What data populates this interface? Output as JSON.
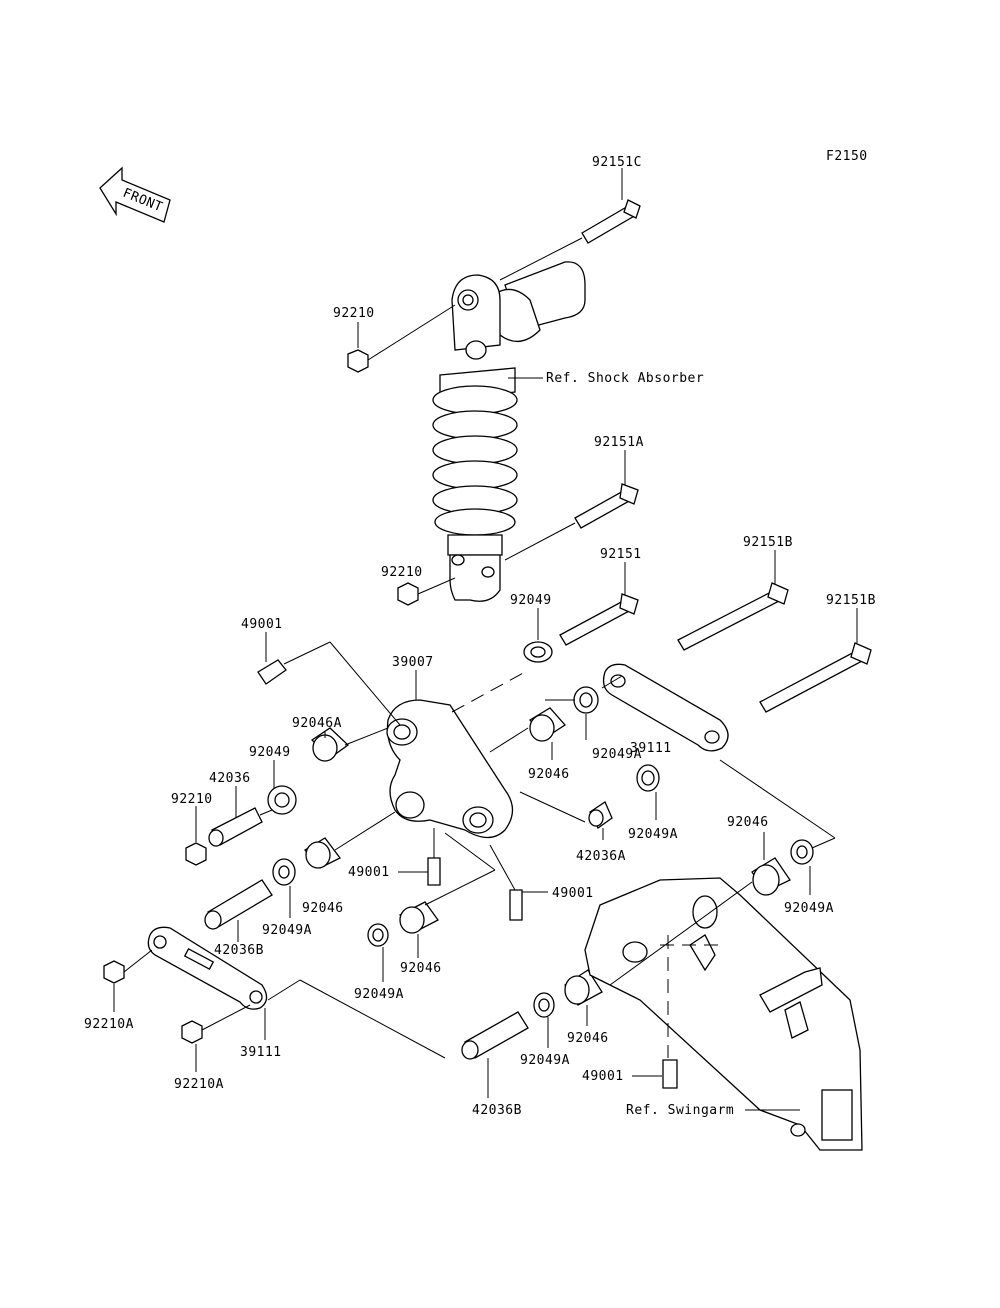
{
  "figure_code": "F2150",
  "front_label": "FRONT",
  "refs": {
    "shock": "Ref. Shock Absorber",
    "swingarm": "Ref. Swingarm"
  },
  "labels": {
    "l92151C": "92151C",
    "l92210_top": "92210",
    "l92151A": "92151A",
    "l92210_mid": "92210",
    "l92151": "92151",
    "l92151B_1": "92151B",
    "l92151B_2": "92151B",
    "l49001_top": "49001",
    "l92049_top": "92049",
    "l39007": "39007",
    "l92046A": "92046A",
    "l92049_left": "92049",
    "l92049A_1": "92049A",
    "l39111_right": "39111",
    "l42036": "42036",
    "l92046_1": "92046",
    "l92210_left": "92210",
    "l92049A_2": "92049A",
    "l92046_2": "92046",
    "l42036A": "42036A",
    "l49001_mid": "49001",
    "l49001_mid2": "49001",
    "l92049A_3": "92049A",
    "l92046_3": "92046",
    "l92049A_4": "92049A",
    "l42036B_1": "42036B",
    "l92046_4": "92046",
    "l92049A_5": "92049A",
    "l92210A_1": "92210A",
    "l39111_left": "39111",
    "l92210A_2": "92210A",
    "l92046_5": "92046",
    "l92049A_6": "92049A",
    "l42036B_2": "42036B",
    "l49001_bot": "49001"
  }
}
